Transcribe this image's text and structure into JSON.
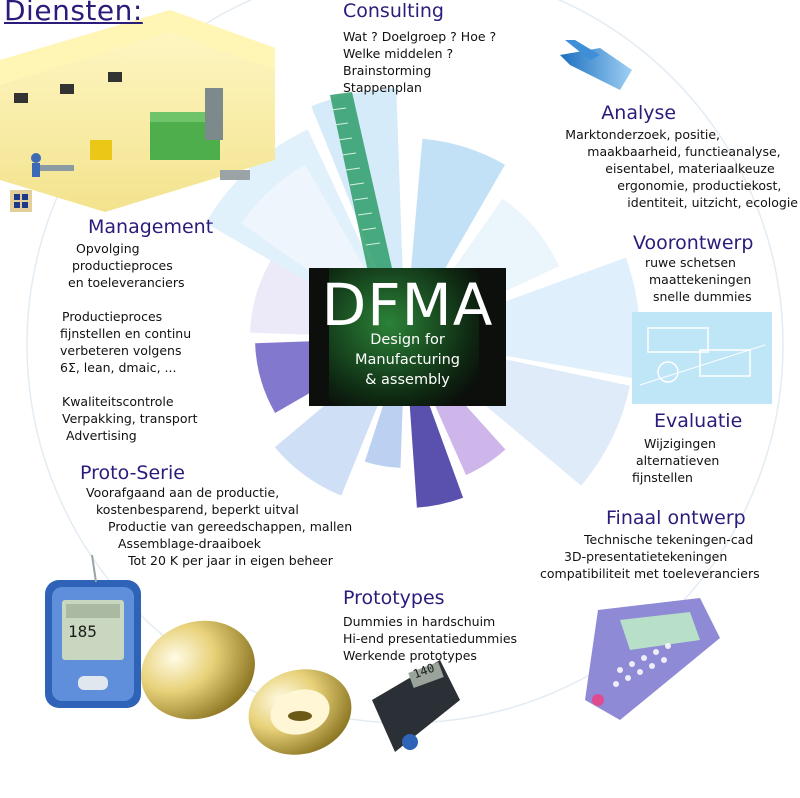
{
  "page_title": "Diensten:",
  "center": {
    "title": "DFMA",
    "subtitle_lines": [
      "Design for",
      "Manufacturing",
      "& assembly"
    ]
  },
  "sections": {
    "consulting": {
      "title": "Consulting",
      "lines": [
        "Wat ? Doelgroep ? Hoe ?",
        "Welke middelen ?",
        "Brainstorming",
        "Stappenplan"
      ]
    },
    "analyse": {
      "title": "Analyse",
      "lines": [
        "Marktonderzoek, positie,",
        "maakbaarheid, functieanalyse,",
        "eisentabel, materiaalkeuze",
        "ergonomie, productiekost,",
        "identiteit, uitzicht, ecologie"
      ]
    },
    "voorontwerp": {
      "title": "Voorontwerp",
      "lines": [
        "ruwe schetsen",
        "maattekeningen",
        "snelle dummies"
      ]
    },
    "evaluatie": {
      "title": "Evaluatie",
      "lines": [
        "Wijzigingen",
        "alternatieven",
        "fijnstellen"
      ]
    },
    "finaal": {
      "title": "Finaal ontwerp",
      "lines": [
        "Technische tekeningen-cad",
        "3D-presentatietekeningen",
        "compatibiliteit met toeleveranciers"
      ]
    },
    "prototypes": {
      "title": "Prototypes",
      "lines": [
        "Dummies in hardschuim",
        "Hi-end presentatiedummies",
        "Werkende prototypes"
      ]
    },
    "protoserie": {
      "title": "Proto-Serie",
      "lines": [
        "Voorafgaand aan de productie,",
        "kostenbesparend, beperkt uitval",
        "Productie van gereedschappen, mallen",
        "Assemblage-draaiboek",
        "Tot 20 K per jaar in eigen beheer"
      ]
    },
    "management": {
      "title": "Management",
      "lines": [
        "Opvolging",
        "productieproces",
        "en toeleveranciers",
        "",
        "Productieproces",
        "fijnstellen en continu",
        "verbeteren volgens",
        "6Σ, lean, dmaic, ...",
        "",
        "Kwaliteitscontrole",
        "Verpakking, transport",
        "Advertising"
      ]
    }
  },
  "device_display": {
    "glucose_reading": "185",
    "remote_reading": "140"
  },
  "colors": {
    "heading": "#2a1c7a",
    "accent_blue": "#3f8fd8",
    "accent_purple": "#5b4fb3",
    "accent_green": "#2e9d6a"
  }
}
